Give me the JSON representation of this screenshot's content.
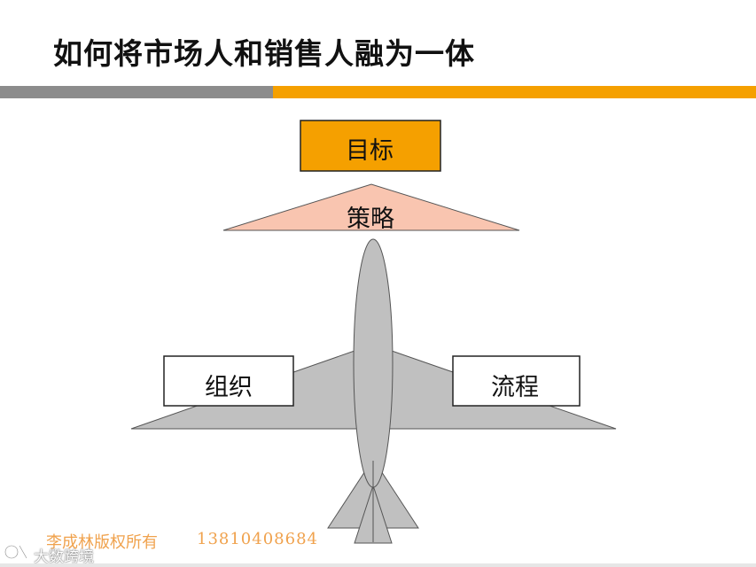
{
  "title": "如何将市场人和销售人融为一体",
  "diagram": {
    "goal": "目标",
    "strategy": "策略",
    "organization": "组织",
    "process": "流程"
  },
  "footer": {
    "copyright": "李成林版权所有",
    "phone": "13810408684"
  },
  "watermark": {
    "text": "大数跨境"
  },
  "colors": {
    "accent_orange": "#f5a000",
    "bar_gray": "#8c8c8c",
    "strategy_fill": "#f9c5b0",
    "plane_gray": "#c0c0c0"
  }
}
